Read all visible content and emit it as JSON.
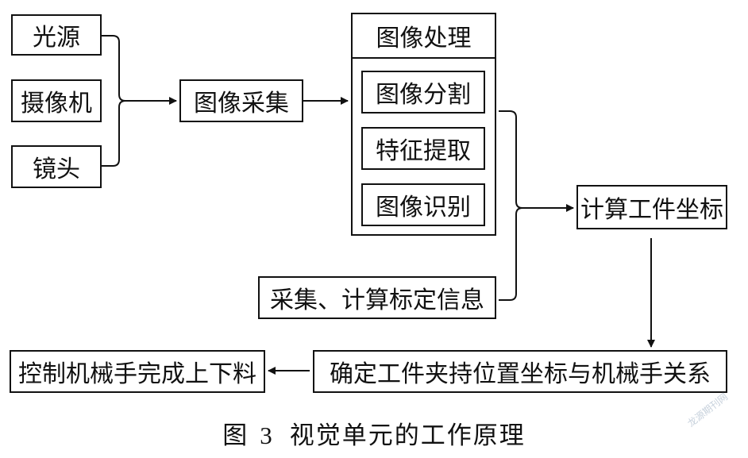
{
  "boxes": {
    "light": "光源",
    "camera": "摄像机",
    "lens": "镜头",
    "acquire": "图像采集",
    "process_title": "图像处理",
    "segment": "图像分割",
    "feature": "特征提取",
    "recognize": "图像识别",
    "calibration": "采集、计算标定信息",
    "compute": "计算工件坐标",
    "relation": "确定工件夹持位置坐标与机械手关系",
    "control": "控制机械手完成上下料"
  },
  "caption": {
    "prefix": "图",
    "number": "3",
    "title": "视觉单元的工作原理"
  },
  "watermark": "龙源期刊网"
}
